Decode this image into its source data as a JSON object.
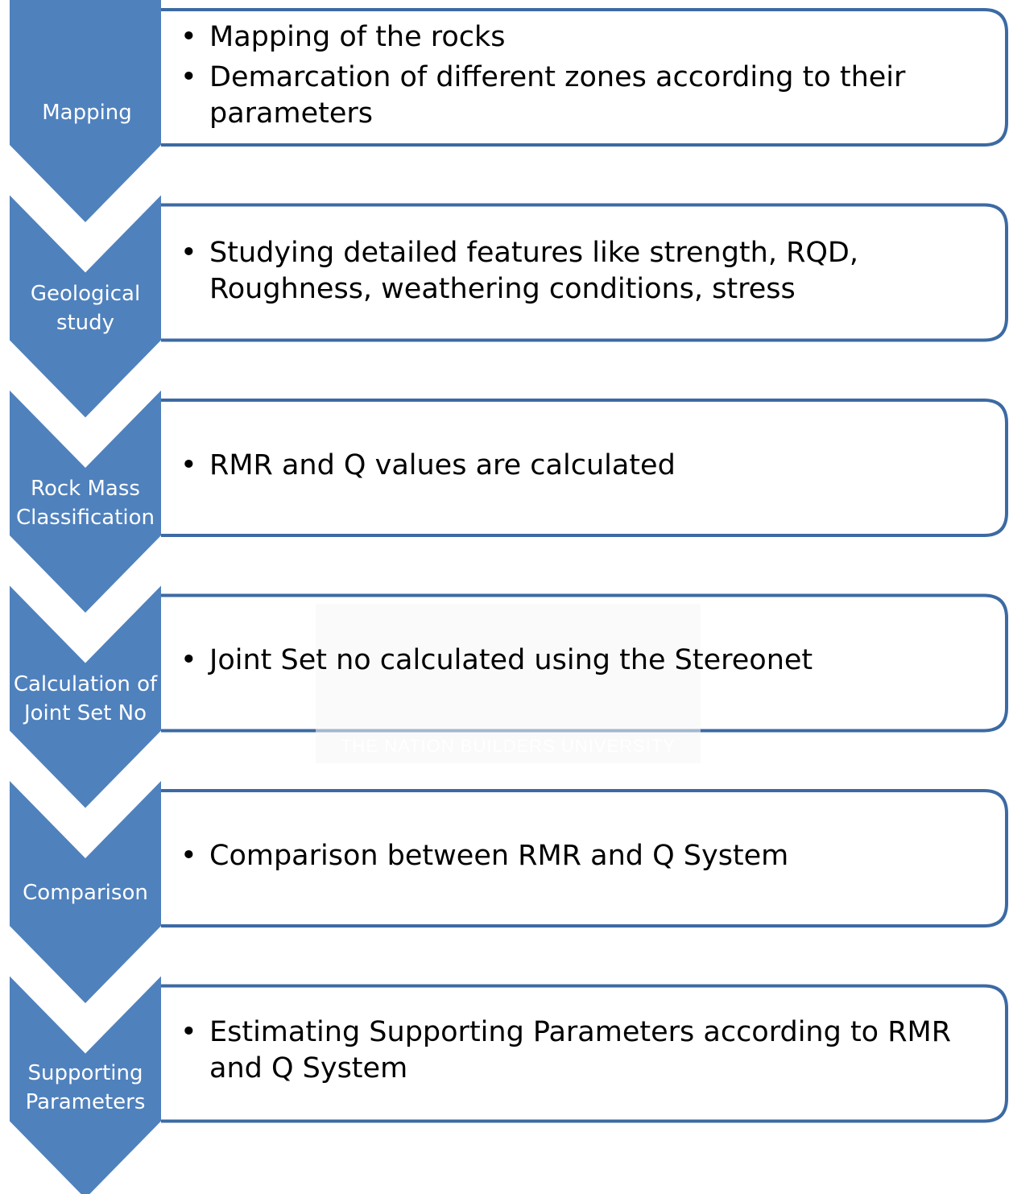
{
  "steps": [
    {
      "label": "Mapping",
      "items": [
        "Mapping of the rocks",
        "Demarcation of different zones according to their parameters"
      ]
    },
    {
      "label": "Geological\nstudy",
      "items": [
        "Studying detailed features like strength, RQD, Roughness, weathering conditions, stress"
      ]
    },
    {
      "label": "Rock Mass\nClassification",
      "items": [
        "RMR and Q values are calculated"
      ]
    },
    {
      "label": "Calculation of\nJoint Set No",
      "items": [
        "Joint Set no calculated using the Stereonet"
      ]
    },
    {
      "label": "Comparison",
      "items": [
        "Comparison between RMR and Q System"
      ]
    },
    {
      "label": "Supporting\nParameters",
      "items": [
        "Estimating Supporting Parameters according to RMR and Q System"
      ]
    }
  ],
  "watermark": {
    "text": "THE NATION BUILDERS UNIVERSITY"
  },
  "colors": {
    "chevron_fill": "#4f81bd",
    "box_stroke": "#3c6aa3",
    "box_fill": "#ffffff"
  }
}
